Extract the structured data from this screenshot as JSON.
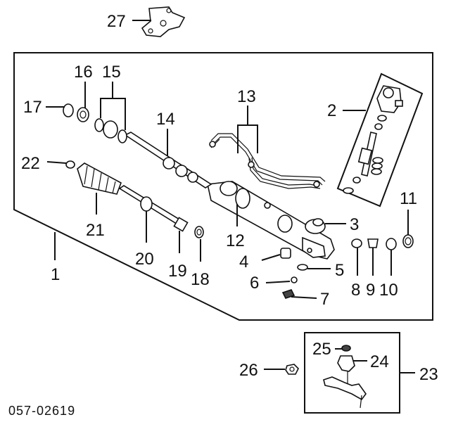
{
  "diagram": {
    "code": "057-02619",
    "callouts": {
      "c1": "1",
      "c2": "2",
      "c3": "3",
      "c4": "4",
      "c5": "5",
      "c6": "6",
      "c7": "7",
      "c8": "8",
      "c9": "9",
      "c10": "10",
      "c11": "11",
      "c12": "12",
      "c13": "13",
      "c14": "14",
      "c15": "15",
      "c16": "16",
      "c17": "17",
      "c18": "18",
      "c19": "19",
      "c20": "20",
      "c21": "21",
      "c22": "22",
      "c23": "23",
      "c24": "24",
      "c25": "25",
      "c26": "26",
      "c27": "27"
    }
  }
}
